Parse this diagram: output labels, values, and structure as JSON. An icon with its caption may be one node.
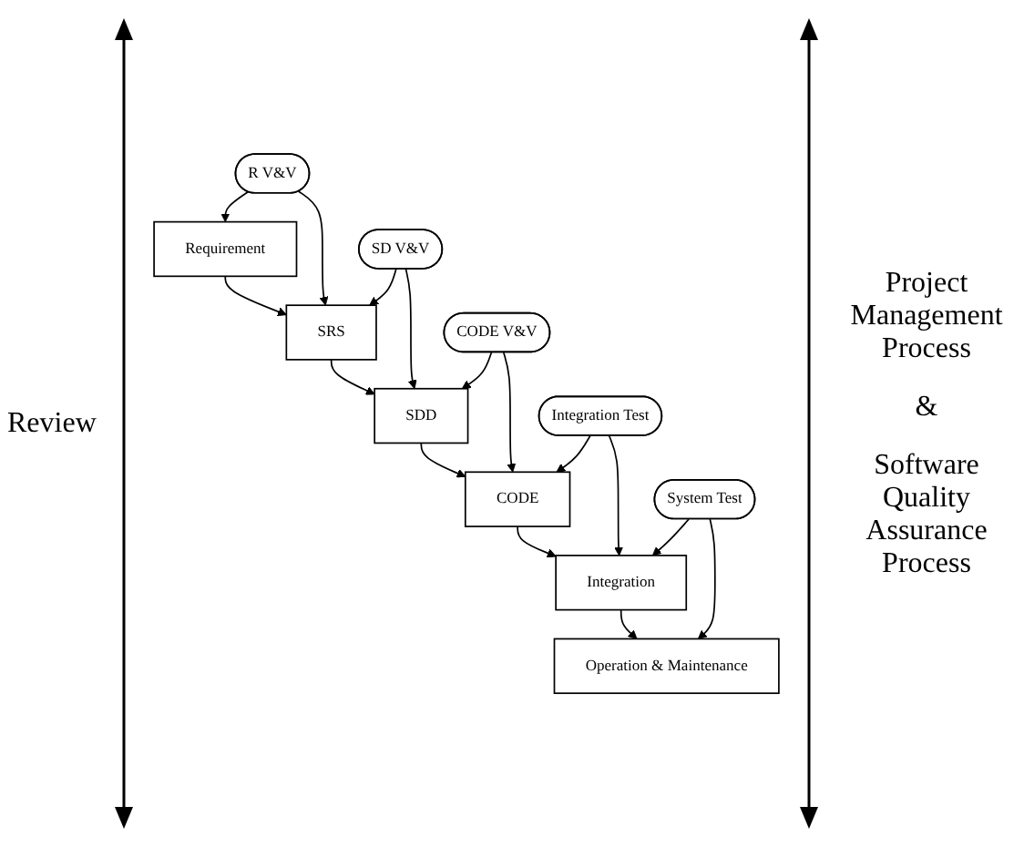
{
  "diagram": {
    "nodes": [
      {
        "text": [
          "Requirement"
        ]
      },
      {
        "text": [
          "R V&V"
        ]
      },
      {
        "text": [
          "SRS"
        ]
      },
      {
        "text": [
          "SD V&V"
        ]
      },
      {
        "text": [
          "SDD"
        ]
      },
      {
        "text": [
          "CODE V&V"
        ]
      },
      {
        "text": [
          "CODE"
        ]
      },
      {
        "text": [
          "Integration Test"
        ]
      },
      {
        "text": [
          "Integration"
        ]
      },
      {
        "text": [
          "System Test"
        ]
      },
      {
        "text": [
          "Operation & Maintenance"
        ]
      }
    ],
    "edges": [
      {
        "from": 0,
        "to": 2,
        "arrow": "to"
      },
      {
        "from": 2,
        "to": 4,
        "arrow": "to"
      },
      {
        "from": 4,
        "to": 6,
        "arrow": "to"
      },
      {
        "from": 6,
        "to": 8,
        "arrow": "to"
      },
      {
        "from": 8,
        "to": 10,
        "arrow": "to"
      },
      {
        "from": 1,
        "to": 0,
        "arrow": "to"
      },
      {
        "from": 1,
        "to": 2,
        "arrow": "to"
      },
      {
        "from": 3,
        "to": 2,
        "arrow": "to"
      },
      {
        "from": 3,
        "to": 4,
        "arrow": "to"
      },
      {
        "from": 5,
        "to": 4,
        "arrow": "to"
      },
      {
        "from": 5,
        "to": 6,
        "arrow": "to"
      },
      {
        "from": 7,
        "to": 6,
        "arrow": "to"
      },
      {
        "from": 7,
        "to": 8,
        "arrow": "to"
      },
      {
        "from": 9,
        "to": 8,
        "arrow": "to"
      },
      {
        "from": 9,
        "to": 10,
        "arrow": "to"
      }
    ],
    "labels": [
      "Review",
      "Project Management Process",
      "&",
      "Software Quality Assurance Process"
    ]
  }
}
